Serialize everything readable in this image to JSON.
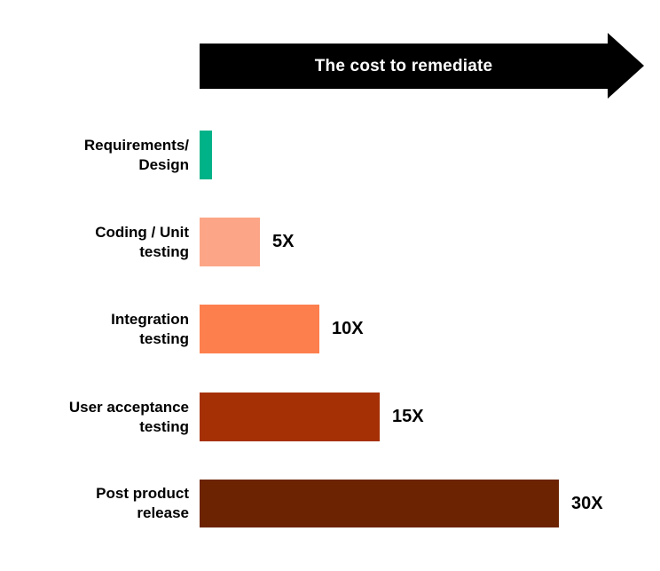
{
  "chart_data": {
    "type": "bar",
    "orientation": "horizontal",
    "title": "The cost to remediate",
    "title_arrow": {
      "shape": "right-arrow",
      "fill": "#000000",
      "text_color": "#FFFFFF"
    },
    "categories": [
      "Requirements/ Design",
      "Coding / Unit testing",
      "Integration testing",
      "User acceptance testing",
      "Post product release"
    ],
    "values": [
      1,
      5,
      10,
      15,
      30
    ],
    "value_labels": [
      "",
      "5X",
      "10X",
      "15X",
      "30X"
    ],
    "bar_colors": [
      "#00B287",
      "#FCA687",
      "#FD7F4D",
      "#A63005",
      "#6B2301"
    ],
    "xlim": [
      0,
      34
    ],
    "grid": false,
    "legend": "none",
    "label_color": "#000000",
    "background": "#FFFFFF",
    "rows": [
      {
        "label_lines": [
          "Requirements/",
          "Design"
        ],
        "value": 1,
        "value_label": "",
        "color": "#00B287"
      },
      {
        "label_lines": [
          "Coding / Unit",
          "testing"
        ],
        "value": 5,
        "value_label": "5X",
        "color": "#FCA687"
      },
      {
        "label_lines": [
          "Integration",
          "testing"
        ],
        "value": 10,
        "value_label": "10X",
        "color": "#FD7F4D"
      },
      {
        "label_lines": [
          "User acceptance",
          "testing"
        ],
        "value": 15,
        "value_label": "15X",
        "color": "#A63005"
      },
      {
        "label_lines": [
          "Post product",
          "release"
        ],
        "value": 30,
        "value_label": "30X",
        "color": "#6B2301"
      }
    ]
  }
}
